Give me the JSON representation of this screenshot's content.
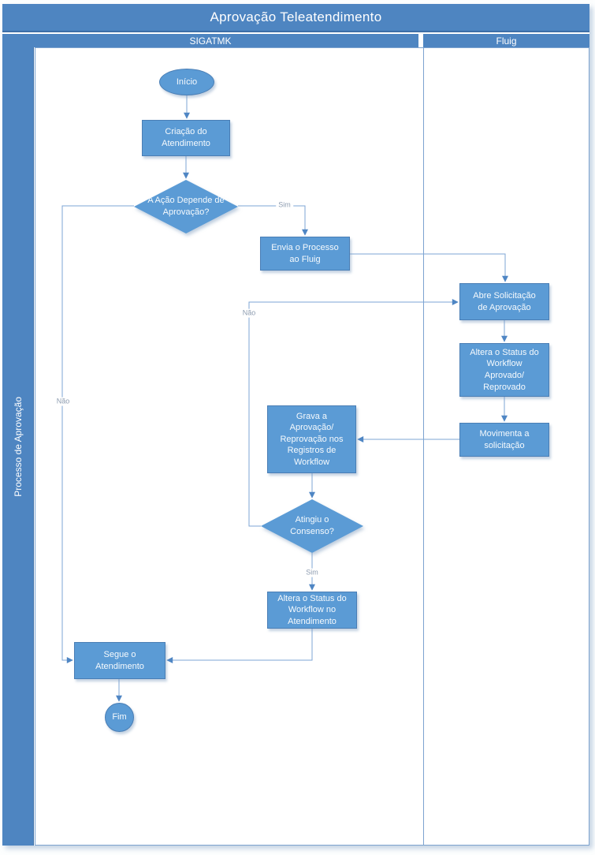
{
  "header": {
    "title": "Aprovação Teleatendimento",
    "lanes": [
      {
        "label": "SIGATMK"
      },
      {
        "label": "Fluig"
      }
    ],
    "process_label": "Processo de Aprovação"
  },
  "colors": {
    "bar_fill": "#4e85c1",
    "shape_fill": "#5b9bd5",
    "shape_border": "#4a7eb5",
    "connector_line": "#7da5d4",
    "arrowhead": "#4f86c4",
    "edge_label_text": "#8d9cb0",
    "text": "#ffffff"
  },
  "nodes": {
    "inicio": {
      "type": "start",
      "label": "Início"
    },
    "criacao_atendimento": {
      "type": "process",
      "label": "Criação do Atendimento"
    },
    "acao_depende_aprovacao": {
      "type": "decision",
      "label": "A Ação Depende de Aprovação?"
    },
    "envia_processo_fluig": {
      "type": "process",
      "label": "Envia o Processo ao Fluig"
    },
    "abre_solicitacao": {
      "type": "process",
      "label": "Abre Solicitação de Aprovação"
    },
    "altera_status_workflow": {
      "type": "process",
      "label": "Altera o Status do Workflow Aprovado/ Reprovado"
    },
    "movimenta_solicitacao": {
      "type": "process",
      "label": "Movimenta a solicitação"
    },
    "grava_aprovacao": {
      "type": "process",
      "label": "Grava a Aprovação/ Reprovação nos Registros de Workflow"
    },
    "atingiu_consenso": {
      "type": "decision",
      "label": "Atingiu o Consenso?"
    },
    "altera_status_atendimento": {
      "type": "process",
      "label": "Altera o Status do Workflow no Atendimento"
    },
    "segue_atendimento": {
      "type": "process",
      "label": "Segue o Atendimento"
    },
    "fim": {
      "type": "end",
      "label": "Fim"
    }
  },
  "edge_labels": {
    "sim_depende": "Sim",
    "nao_depende": "Não",
    "nao_consenso": "Não",
    "sim_consenso": "Sim"
  }
}
